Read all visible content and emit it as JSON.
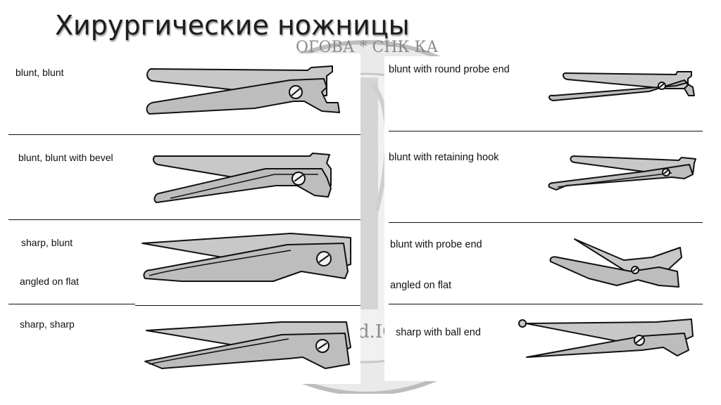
{
  "slide": {
    "title": "Хирургические ножницы"
  },
  "left_rows": [
    {
      "labels": [
        "blunt, blunt"
      ]
    },
    {
      "labels": [
        "blunt, blunt with bevel"
      ]
    },
    {
      "labels": [
        "sharp, blunt",
        "angled on flat"
      ]
    },
    {
      "labels": [
        "sharp, sharp"
      ]
    }
  ],
  "right_rows": [
    {
      "labels": [
        "blunt with round probe end"
      ]
    },
    {
      "labels": [
        "blunt with retaining hook"
      ]
    },
    {
      "labels": [
        "blunt with probe end",
        "angled on flat"
      ]
    },
    {
      "labels": [
        "sharp with ball end"
      ]
    }
  ],
  "background_seal": {
    "fragments": [
      "ОГОВА * СНК КА",
      "d.IO"
    ]
  },
  "colors": {
    "blade_fill": "#c8c8c8",
    "outline": "#111111",
    "text": "#111111"
  }
}
